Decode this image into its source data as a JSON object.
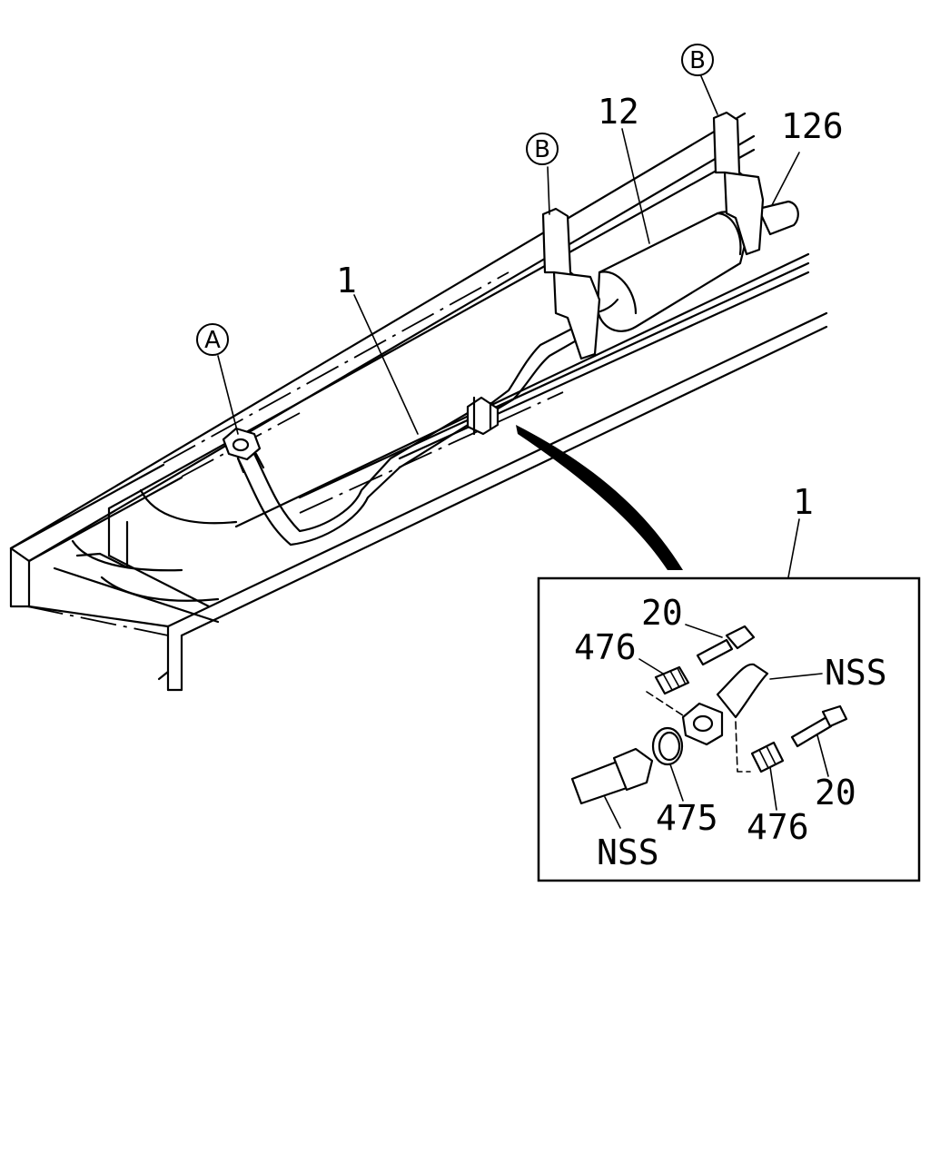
{
  "callouts": {
    "ref_a": "A",
    "ref_b_left": "B",
    "ref_b_right": "B",
    "part_1_main": "1",
    "part_12": "12",
    "part_126": "126",
    "part_1_inset": "1",
    "part_20_top": "20",
    "part_476_top": "476",
    "part_nss_right": "NSS",
    "part_20_bottom": "20",
    "part_476_bottom": "476",
    "part_475": "475",
    "part_nss_left": "NSS"
  }
}
